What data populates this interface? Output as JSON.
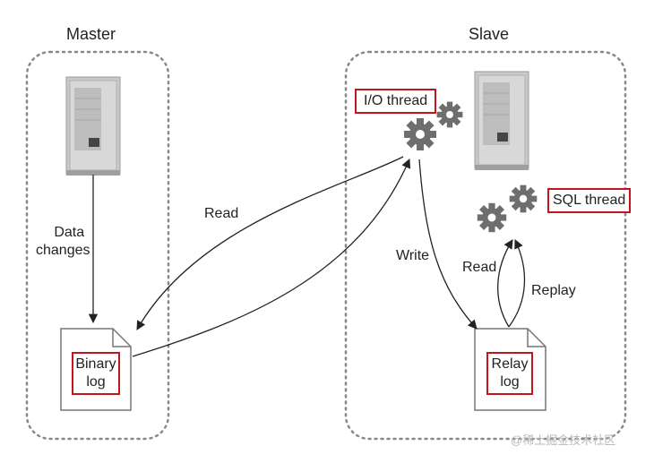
{
  "master": {
    "title": "Master",
    "data_changes": [
      "Data",
      "changes"
    ],
    "binary_log": [
      "Binary",
      "log"
    ]
  },
  "slave": {
    "title": "Slave",
    "io_thread": "I/O thread",
    "sql_thread": "SQL thread",
    "relay_log": [
      "Relay",
      "log"
    ]
  },
  "edges": {
    "read_master": "Read",
    "write": "Write",
    "read_slave": "Read",
    "replay": "Replay"
  },
  "watermark": "@稀土掘金技术社区",
  "colors": {
    "highlight": "#c0161c",
    "dotted_border": "#888888",
    "server_body": "#c9c9c9",
    "gear": "#6e6e6e"
  },
  "icons": [
    "server-icon",
    "gear-icon",
    "document-icon"
  ]
}
